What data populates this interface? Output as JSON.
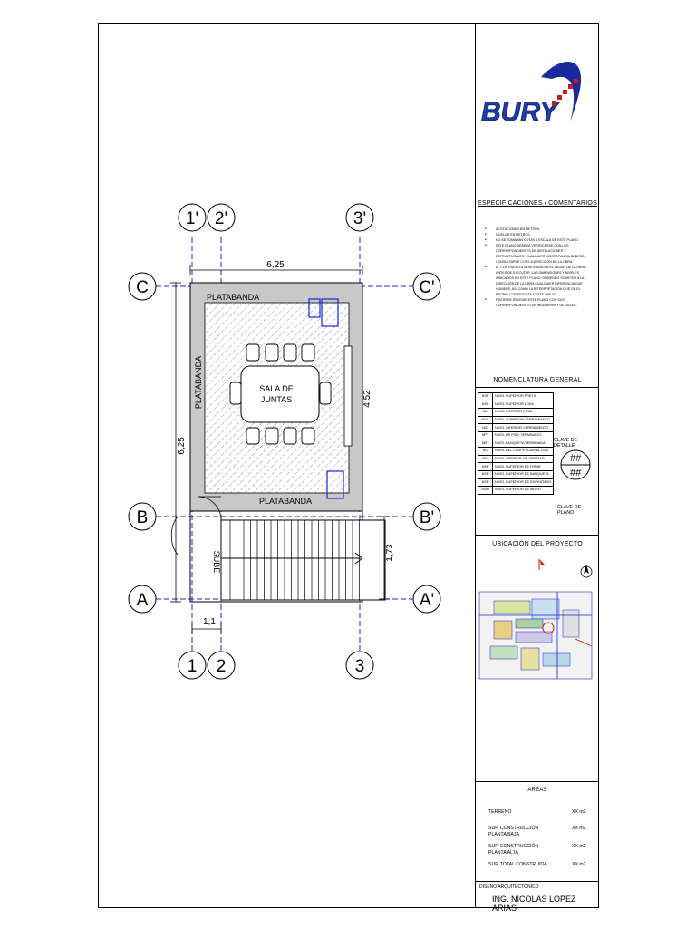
{
  "logo": {
    "text": "BURY",
    "colors": {
      "letters": "#1f3ea8",
      "swoosh": "#1a2a9c",
      "dots": "#d21a1a"
    }
  },
  "drawing": {
    "grid": {
      "top_labels": [
        "1'",
        "2'",
        "3'"
      ],
      "bottom_labels": [
        "1",
        "2",
        "3"
      ],
      "left_labels": [
        "C",
        "B",
        "A"
      ],
      "right_labels": [
        "C'",
        "B'",
        "A'"
      ]
    },
    "dimensions": {
      "width_top": "6,25",
      "height_left": "6,25",
      "room_depth": "4,52",
      "stair_depth": "1,73",
      "stair_width": "1,1"
    },
    "labels": {
      "platabanda_top": "PLATABANDA",
      "platabanda_left": "PLATABANDA",
      "platabanda_bottom": "PLATABANDA",
      "room_line1": "SALA DE",
      "room_line2": "JUNTAS",
      "stair": "SUBE"
    },
    "colors": {
      "grid": "#1a24d4",
      "wall": "#c8c8c8",
      "ink": "#000000"
    }
  },
  "titleblock": {
    "specs": {
      "title": "ESPECIFICACIONES / COMENTARIOS",
      "notes": [
        "ACOTACIONES EN METROS.",
        "NIVELES EN METROS.",
        "NO SE TOMARÁN COTAS A ESCALA DE ESTE PLANO.",
        "ESTE PLANO DEBERÁ VERIFICARSE CON LOS CORRESPONDIENTES DE INSTALACIONES Y ESTRUCTURALES, CUALQUIER DISCREPANCIA DEBERÁ CONSULTARSE CON LA DIRECCIÓN DE LA OBRA.",
        "EL CONTRATISTA VERIFICARÁ EN EL LUGAR DE LA OBRA, ANTES DE EJECUTAR, LAS DIMENSIONES Y NIVELES INDICADOS EN ESTE PLANO, DEBIENDO SOMETER A LA DIRECCIÓN DE LA OBRA CUALQUIER DIFERENCIA QUE HUBIERE, ASÍ COMO LA INTERPRETACIÓN QUE DE EL PROPIO CONTRATISTA A ESTE DIBUJO.",
        "FAVOR DE REVISAR ESTE PLANO CON SUS CORRESPONDIENTES DE INGENIERÍA Y DETALLES."
      ]
    },
    "nomenclature": {
      "title": "NOMENCLATURA GENERAL",
      "rows": [
        [
          "NSP",
          "NIVEL SUPERIOR PRETIL"
        ],
        [
          "NSL",
          "NIVEL SUPERIOR LOSA"
        ],
        [
          "NIL",
          "NIVEL INFERIOR LOSA"
        ],
        [
          "NSC",
          "NIVEL SUPERIOR CERRAMIENTO"
        ],
        [
          "NIC",
          "NIVEL INFERIOR CERRAMIENTO"
        ],
        [
          "NPT",
          "NIVEL DE PISO TERMINADO"
        ],
        [
          "NBT",
          "NIVEL BANQUETA TERMINADA"
        ],
        [
          "NC",
          "NIVEL DEL CARPETA ASFÁLTICA"
        ],
        [
          "NIV",
          "NIVEL INFERIOR DE VENTANA"
        ],
        [
          "NSF",
          "NIVEL SUPERIOR DE FIRME"
        ],
        [
          "NSB",
          "NIVEL SUPERIOR DE BANQUETA"
        ],
        [
          "NSE",
          "NIVEL SUPERIOR DE EMPASTADO"
        ],
        [
          "NSM",
          "NIVEL SUPERIOR DE MURO"
        ]
      ],
      "detail_key": "CLAVE DE DETALLE",
      "plan_key": "CLAVE DE PLANO",
      "symbol": "##"
    },
    "location": {
      "title": "UBICACIÓN DEL PROYECTO"
    },
    "areas": {
      "title": "AREAS",
      "rows": [
        {
          "label": "TERRENO",
          "value": "XX m2"
        },
        {
          "label": "SUP. CONSTRUCCIÓN PLANTA BAJA",
          "value": "XX m2"
        },
        {
          "label": "SUP. CONSTRUCCIÓN PLANTA ALTA",
          "value": "XX m2"
        },
        {
          "label": "SUP. TOTAL CONSTRUIDA",
          "value": "XX m2"
        }
      ]
    },
    "design": {
      "label": "DISEÑO ARQUITECTÓNICO",
      "name": "ING. NICOLAS LOPEZ ARIAS"
    }
  }
}
